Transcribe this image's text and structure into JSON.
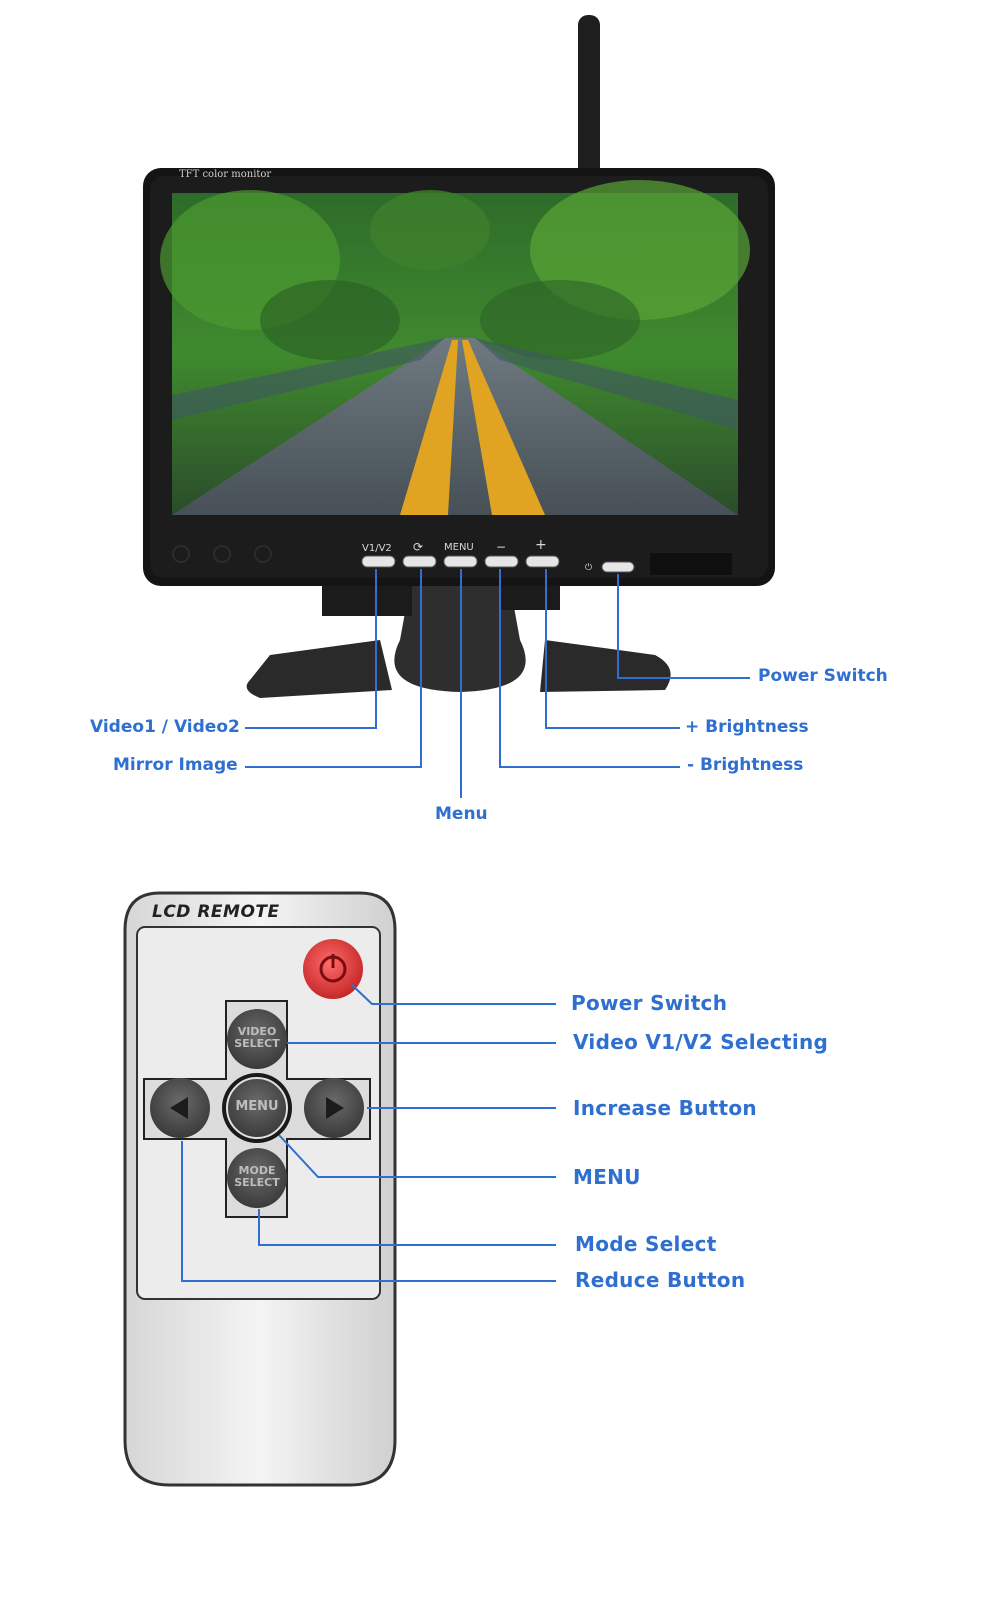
{
  "monitor": {
    "brand_text": "TFT color monitor",
    "buttons": {
      "v1v2": "V1/V2",
      "mirror": "⟳",
      "menu": "MENU",
      "minus": "−",
      "plus": "+",
      "power": "⏻"
    },
    "callouts": {
      "power_switch": "Power Switch",
      "video": "Video1  /  Video2",
      "plus_brightness": "+ Brightness",
      "mirror_image": "Mirror Image",
      "minus_brightness": "- Brightness",
      "menu": "Menu"
    }
  },
  "remote": {
    "title": "LCD REMOTE",
    "keys": {
      "video_select_1": "VIDEO",
      "video_select_2": "SELECT",
      "menu": "MENU",
      "mode_select_1": "MODE",
      "mode_select_2": "SELECT"
    },
    "callouts": {
      "power_switch": "Power Switch",
      "video_selecting": "Video V1/V2 Selecting",
      "increase": "Increase Button",
      "menu": "MENU",
      "mode_select": "Mode Select",
      "reduce": "Reduce Button"
    }
  },
  "colors": {
    "accent": "#2f6fd0",
    "power_red": "#e53935"
  }
}
